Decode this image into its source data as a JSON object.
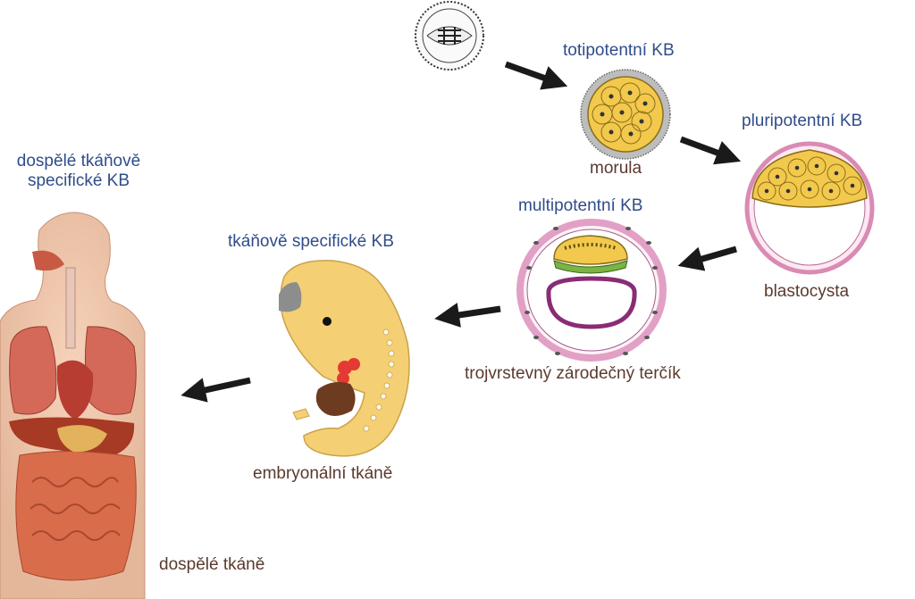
{
  "stages": {
    "totipotent": "totipotentní KB",
    "morula": "morula",
    "pluripotent": "pluripotentní KB",
    "blastocyst": "blastocysta",
    "multipotent": "multipotentní KB",
    "trilaminar": "trojvrstevný zárodečný terčík",
    "tissue_specific": "tkáňově specifické KB",
    "embryonic": "embryonální tkáně",
    "adult_specific_line1": "dospělé tkáňově",
    "adult_specific_line2": "specifické KB",
    "adult_tissues": "dospělé tkáně"
  },
  "colors": {
    "stage_label": "#2f4d8a",
    "tissue_label": "#5b3a2e",
    "cell_yellow": "#f2c94c",
    "membrane_pink": "#e9a7c9",
    "embryo": "#f5cf73",
    "arrow": "#1a1a1a"
  }
}
